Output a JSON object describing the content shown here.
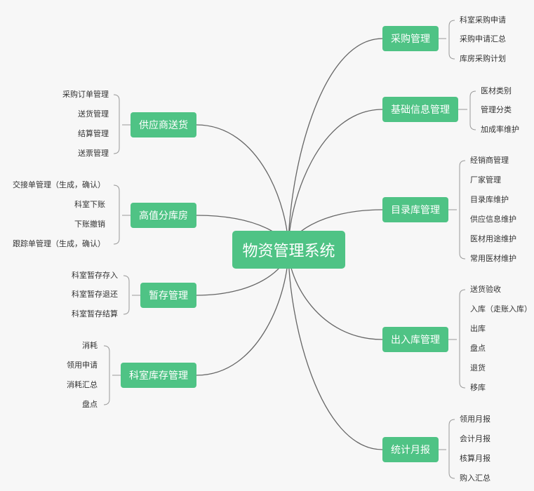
{
  "colors": {
    "node": "#4fc385",
    "link": "#666666",
    "bracket": "#999999",
    "background": "#f7f7f7"
  },
  "root": {
    "label": "物资管理系统"
  },
  "right_branches": [
    {
      "label": "采购管理",
      "children": [
        "科室采购申请",
        "采购申请汇总",
        "库房采购计划"
      ]
    },
    {
      "label": "基础信息管理",
      "children": [
        "医材类别",
        "管理分类",
        "加成率维护"
      ]
    },
    {
      "label": "目录库管理",
      "children": [
        "经销商管理",
        "厂家管理",
        "目录库维护",
        "供应信息维护",
        "医材用途维护",
        "常用医材维护"
      ]
    },
    {
      "label": "出入库管理",
      "children": [
        "送货验收",
        "入库（走账入库）",
        "出库",
        "盘点",
        "退货",
        "移库"
      ]
    },
    {
      "label": "统计月报",
      "children": [
        "领用月报",
        "会计月报",
        "核算月报",
        "购入汇总"
      ]
    }
  ],
  "left_branches": [
    {
      "label": "供应商送货",
      "children": [
        "采购订单管理",
        "送货管理",
        "结算管理",
        "送票管理"
      ]
    },
    {
      "label": "高值分库房",
      "children": [
        "交接单管理（生成，确认）",
        "科室下账",
        "下账撤销",
        "跟踪单管理（生成，确认）"
      ]
    },
    {
      "label": "暂存管理",
      "children": [
        "科室暂存存入",
        "科室暂存退还",
        "科室暂存结算"
      ]
    },
    {
      "label": "科室库存管理",
      "children": [
        "消耗",
        "领用申请",
        "消耗汇总",
        "盘点"
      ]
    }
  ]
}
